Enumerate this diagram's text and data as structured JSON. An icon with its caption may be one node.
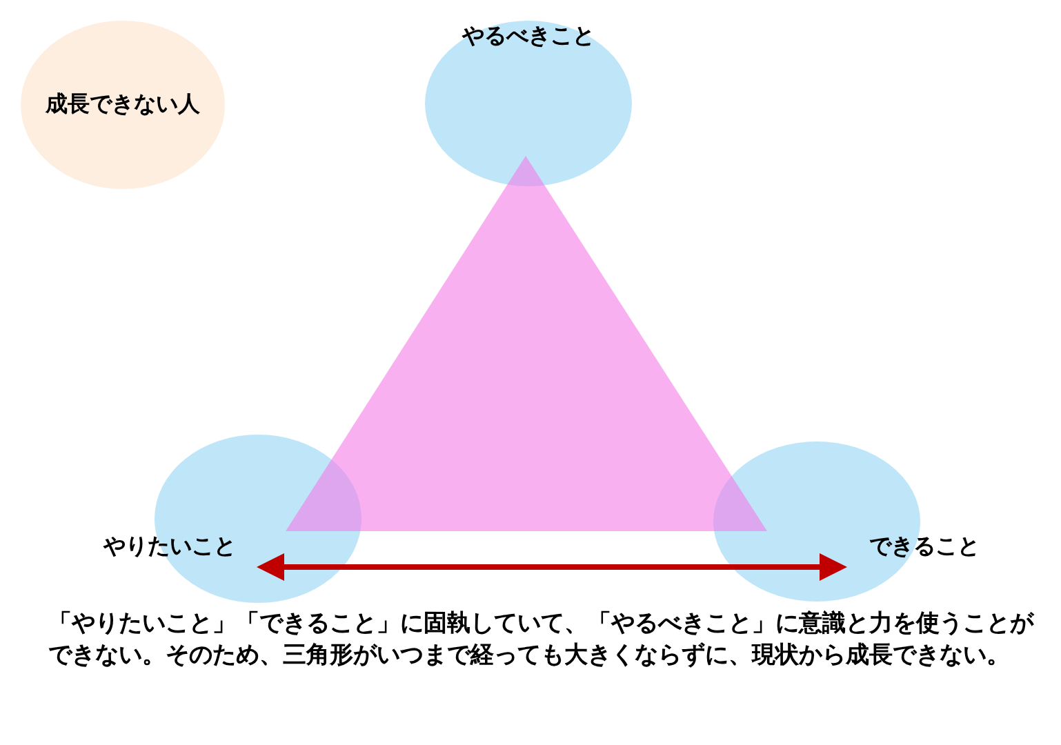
{
  "diagram": {
    "nodes": [
      {
        "text": [
          "成長できない人"
        ]
      },
      {
        "text": [
          "やるべきこと"
        ]
      },
      {
        "text": [
          "やりたいこと"
        ]
      },
      {
        "text": [
          "できること"
        ]
      }
    ],
    "edges": [
      {
        "from": 2,
        "to": 3,
        "arrow": "both",
        "color": "#c00000"
      }
    ],
    "caption": "「やりたいこと」「できること」に固執していて、「やるべきこと」に意識と力を使うことができない。そのため、三角形がいつまで経っても大きくならずに、現状から成長できない。"
  }
}
